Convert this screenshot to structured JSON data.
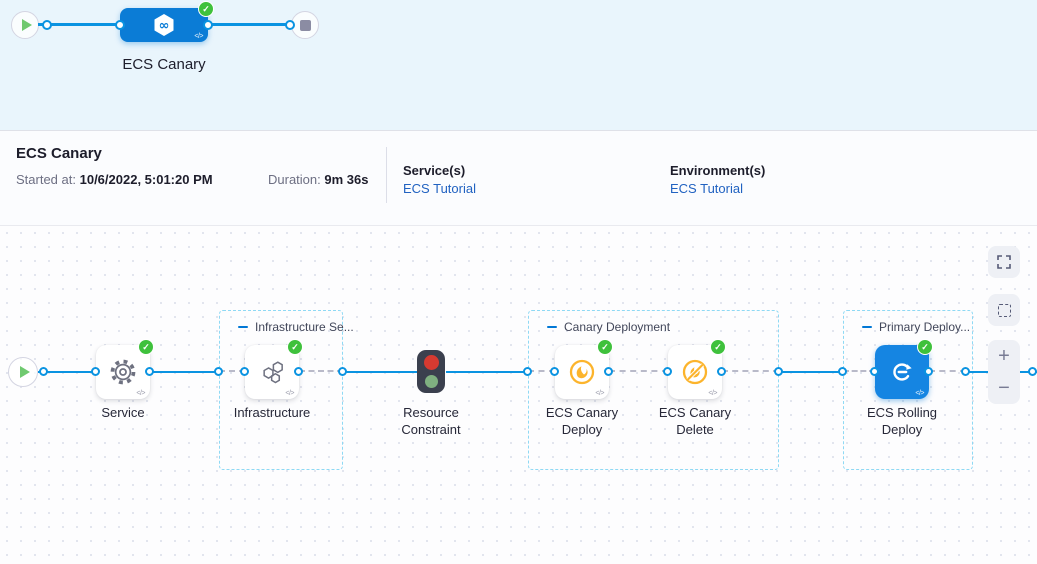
{
  "banner": {
    "stage_label": "ECS Canary"
  },
  "summary": {
    "title": "ECS Canary",
    "started_label": "Started at:",
    "started_value": "10/6/2022, 5:01:20 PM",
    "duration_label": "Duration:",
    "duration_value": "9m 36s",
    "services_label": "Service(s)",
    "services_link": "ECS Tutorial",
    "environments_label": "Environment(s)",
    "environments_link": "ECS Tutorial"
  },
  "graph": {
    "groups": [
      {
        "label": "Infrastructure Se..."
      },
      {
        "label": "Canary Deployment"
      },
      {
        "label": "Primary Deploy..."
      }
    ],
    "nodes": [
      {
        "label": "Service",
        "icon": "gear-icon",
        "status": "success"
      },
      {
        "label": "Infrastructure",
        "icon": "hexagons-icon",
        "status": "success"
      },
      {
        "label": "Resource Constraint",
        "icon": "traffic-light-icon",
        "status": "passed-through"
      },
      {
        "label": "ECS Canary Deploy",
        "icon": "canary-deploy-icon",
        "status": "success"
      },
      {
        "label": "ECS Canary Delete",
        "icon": "canary-delete-icon",
        "status": "success"
      },
      {
        "label": "ECS Rolling Deploy",
        "icon": "ecs-rolling-icon",
        "status": "success"
      }
    ],
    "code_badge": "</>"
  },
  "controls": {
    "zoom_in": "+",
    "zoom_out": "−"
  },
  "colors": {
    "accent_blue": "#0278d5",
    "stage_blue": "#0b7cd6",
    "node_blue": "#1585e2",
    "line_blue": "#0a93e1",
    "success_green": "#3fc13c",
    "amber": "#fcb42c",
    "link_blue": "#2162c1",
    "group_border": "#8ed9f4",
    "dash_gray": "#b9bac9",
    "banner_bg": "#e9f5fc",
    "status_red": "#d63a31",
    "muted_green": "#7fb080",
    "dark": "#1d1d2b",
    "gray_text": "#6d6f83"
  }
}
